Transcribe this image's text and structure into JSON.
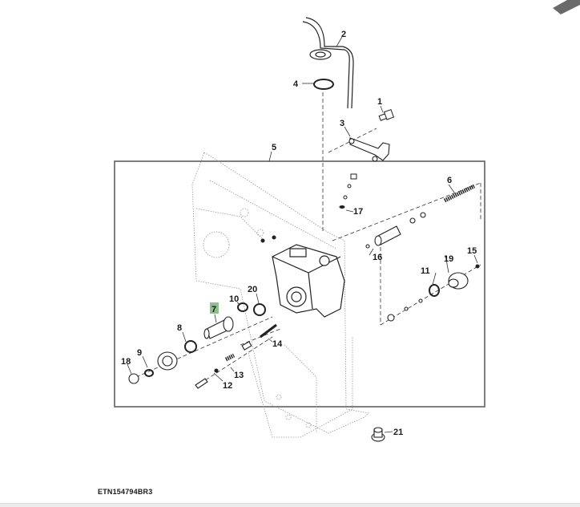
{
  "diagram": {
    "figure_id": "ETN154794BR3",
    "highlight_color": "#8fbf8f",
    "frame_color": "#555555",
    "callouts": [
      {
        "id": "c1",
        "label": "1"
      },
      {
        "id": "c2",
        "label": "2"
      },
      {
        "id": "c3",
        "label": "3"
      },
      {
        "id": "c4",
        "label": "4"
      },
      {
        "id": "c5",
        "label": "5"
      },
      {
        "id": "c6",
        "label": "6"
      },
      {
        "id": "c7",
        "label": "7",
        "highlighted": true
      },
      {
        "id": "c8",
        "label": "8"
      },
      {
        "id": "c9",
        "label": "9"
      },
      {
        "id": "c10",
        "label": "10"
      },
      {
        "id": "c11",
        "label": "11"
      },
      {
        "id": "c12",
        "label": "12"
      },
      {
        "id": "c13",
        "label": "13"
      },
      {
        "id": "c14",
        "label": "14"
      },
      {
        "id": "c15",
        "label": "15"
      },
      {
        "id": "c16",
        "label": "16"
      },
      {
        "id": "c17",
        "label": "17"
      },
      {
        "id": "c18",
        "label": "18"
      },
      {
        "id": "c19",
        "label": "19"
      },
      {
        "id": "c20",
        "label": "20"
      },
      {
        "id": "c21",
        "label": "21"
      }
    ]
  },
  "nav": {
    "icon": "corner-arrow-icon"
  }
}
